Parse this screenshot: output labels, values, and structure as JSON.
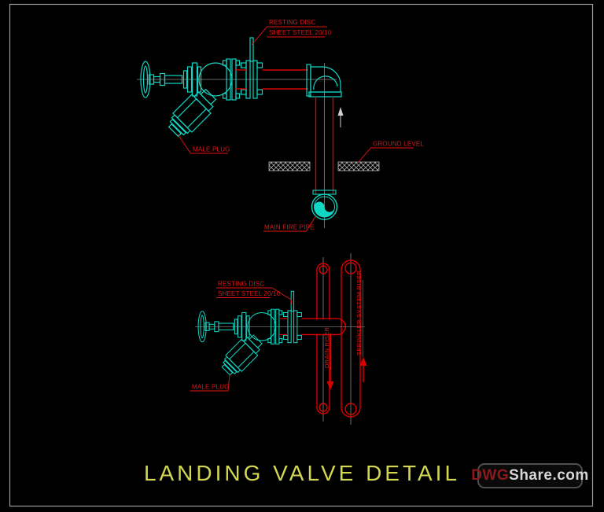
{
  "drawing": {
    "background": "#000000",
    "frame_color": "#9a9a9a",
    "line_colors": {
      "fitting_cyan": "#10d7c4",
      "pipe_red": "#d80000",
      "annotation_red": "#e41414",
      "centerline_gray": "#8a8a8a",
      "flow_arrow_white": "#cfcfcf",
      "ground_hatch_gray": "#c4c4c4"
    },
    "top_detail": {
      "labels": {
        "resting_disc_line1": "RESTING DISC",
        "resting_disc_line2": "SHEET STEEL 20/10",
        "male_plug": "MALE PLUG",
        "ground_level": "GROUND LEVEL",
        "main_fire_pipe": "MAIN FIRE PIPE"
      },
      "flow_direction": "up"
    },
    "bottom_detail": {
      "labels": {
        "resting_disc_line1": "RESTING DISC",
        "resting_disc_line2": "SHEET STEEL 20/10",
        "male_plug": "MALE PLUG",
        "drain_riser": "DRAIN RISER",
        "sprinkler_system_riser": "SPRINKLER SYSTEM RISER"
      },
      "drain_flow_direction": "down",
      "sprinkler_flow_direction": "up"
    },
    "title": {
      "text": "LANDING VALVE DETAIL",
      "color": "#d2d750"
    },
    "watermark": {
      "prefix": "DWG",
      "suffix": "Share.com",
      "prefix_color": "#8c191c",
      "suffix_color": "#d6d6d6"
    }
  }
}
